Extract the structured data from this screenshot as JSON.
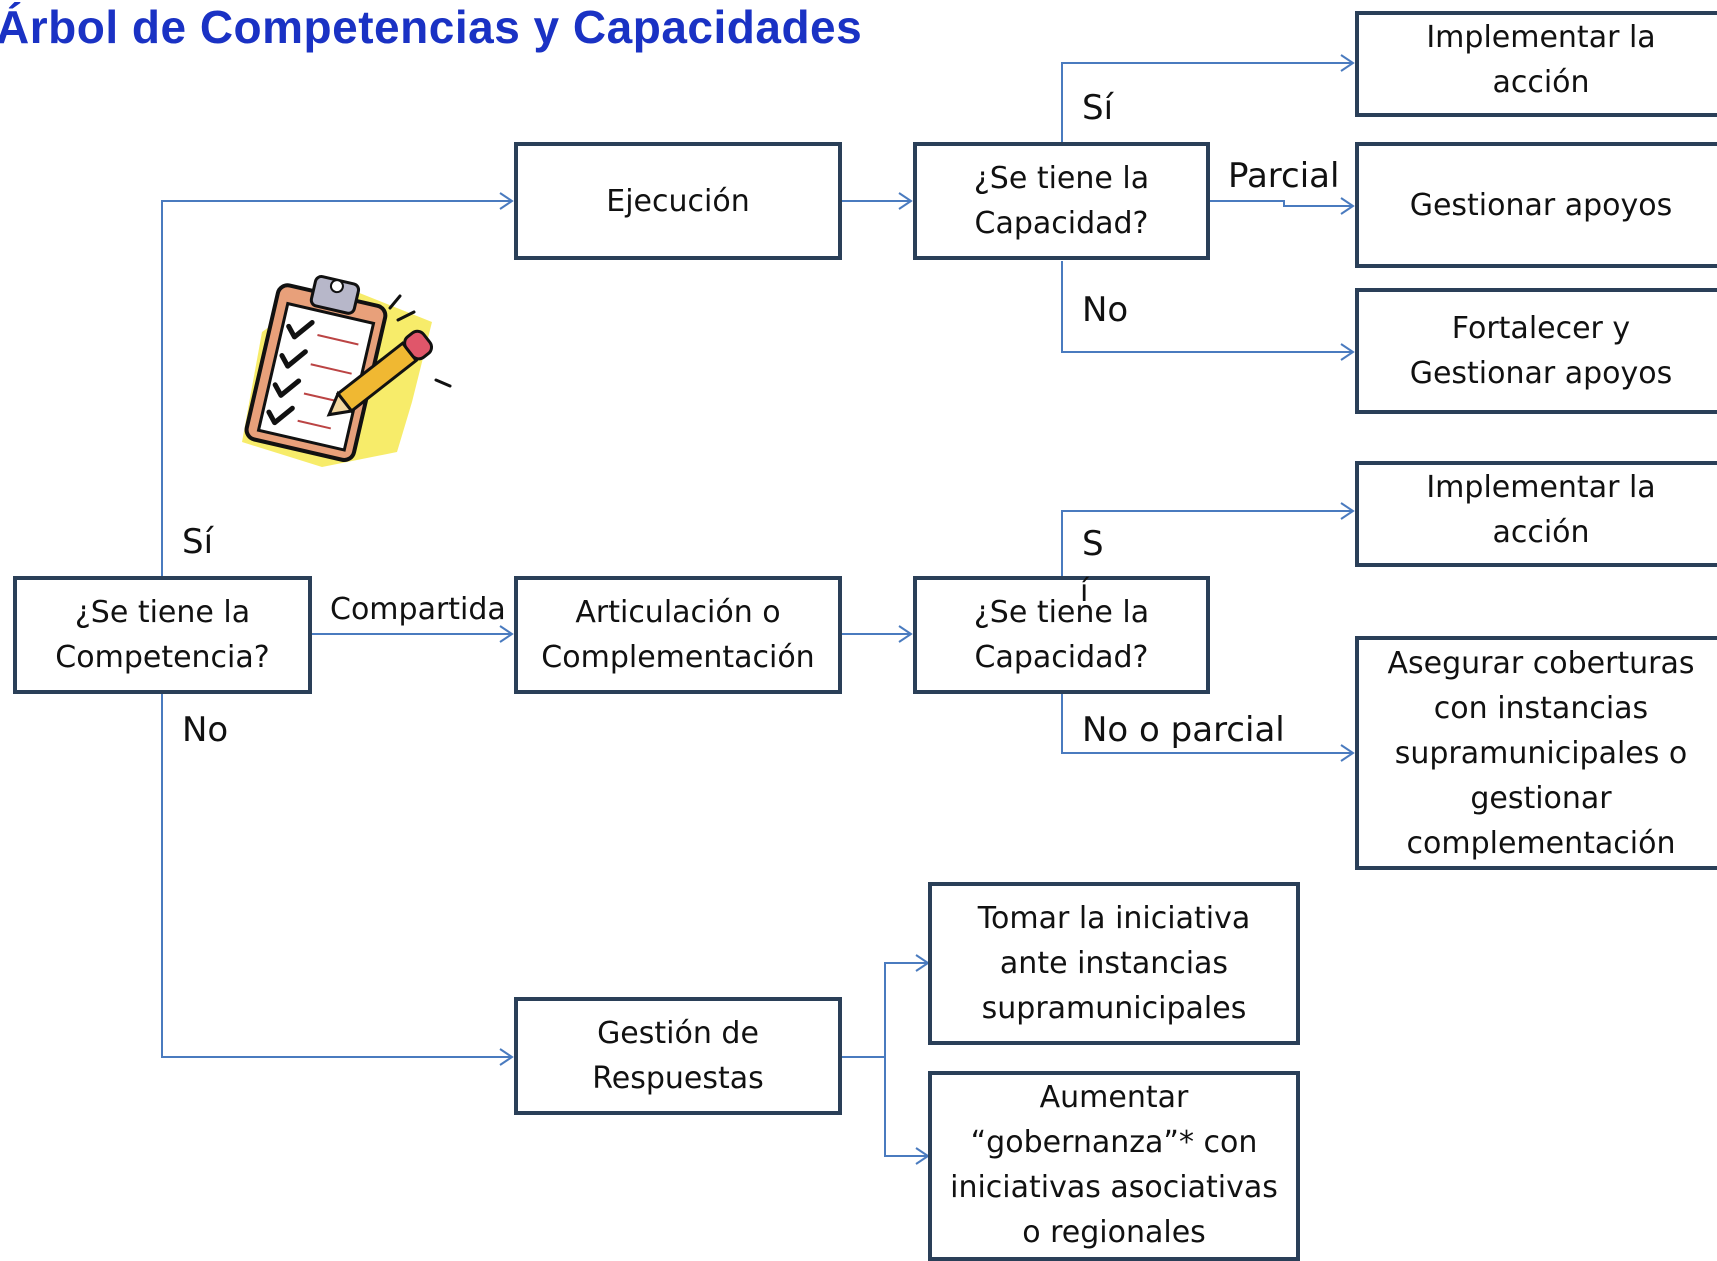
{
  "title": "Árbol de Competencias y Capacidades",
  "colors": {
    "title": "#1a32c4",
    "connector": "#4a7bbf",
    "box_border": "#2a3f58"
  },
  "nodes": {
    "competencia": "¿Se tiene la\nCompetencia?",
    "ejecucion": "Ejecución",
    "articulacion": "Articulación o\nComplementación",
    "gestion_respuestas": "Gestión de\nRespuestas",
    "capacidad_1": "¿Se tiene la\nCapacidad?",
    "capacidad_2": "¿Se tiene la\nCapacidad?",
    "implementar_1": "Implementar la\nacción",
    "gestionar_apoyos": "Gestionar apoyos",
    "fortalecer": "Fortalecer y\nGestionar apoyos",
    "implementar_2": "Implementar la\nacción",
    "asegurar": "Asegurar coberturas\ncon  instancias\nsupramunicipales o\ngestionar\ncomplementación",
    "tomar_iniciativa": "Tomar la iniciativa\nante instancias\nsupramunicipales",
    "aumentar": "Aumentar\n“gobernanza”* con\niniciativas asociativas\no  regionales"
  },
  "edge_labels": {
    "si_main": "Sí",
    "compartida": "Compartida",
    "no_main": "No",
    "si_cap1": "Sí",
    "parcial": "Parcial",
    "no_cap1": "No",
    "si_cap2_s": "S",
    "si_cap2_i": "í",
    "no_o_parcial": "No o parcial"
  },
  "icon": "clipboard-checklist-icon"
}
